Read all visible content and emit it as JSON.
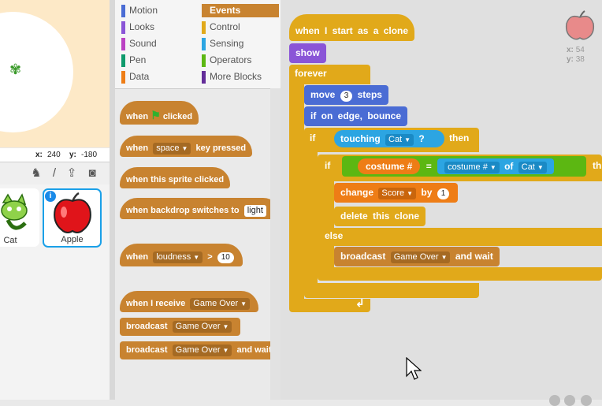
{
  "stage": {
    "coords": {
      "x_label": "x:",
      "x_value": "240",
      "y_label": "y:",
      "y_value": "-180"
    }
  },
  "sprites": [
    {
      "name": "Cat",
      "selected": false
    },
    {
      "name": "Apple",
      "selected": true
    }
  ],
  "toolbar_icons": [
    "sprite-library-icon",
    "paint-brush-icon",
    "upload-icon",
    "camera-icon"
  ],
  "palette": {
    "categories_left": [
      "Motion",
      "Looks",
      "Sound",
      "Pen",
      "Data"
    ],
    "categories_right": [
      "Events",
      "Control",
      "Sensing",
      "Operators",
      "More Blocks"
    ],
    "active_category": "Events",
    "colors": {
      "Motion": "#4a6cd4",
      "Looks": "#8a55d7",
      "Sound": "#bb42c3",
      "Pen": "#0e9a6c",
      "Data": "#ee7d16",
      "Events": "#c88330",
      "Control": "#e1a91a",
      "Sensing": "#2ca5e2",
      "Operators": "#5cb712",
      "More Blocks": "#632d99"
    },
    "blocks": {
      "flag_clicked": {
        "pre": "when",
        "post": "clicked"
      },
      "key_pressed": {
        "pre": "when",
        "key": "space",
        "post": "key pressed"
      },
      "sprite_clicked": "when this sprite clicked",
      "backdrop_switches": {
        "text": "when backdrop switches to",
        "value": "light"
      },
      "loudness": {
        "pre": "when",
        "sensor": "loudness",
        "op": ">",
        "value": "10"
      },
      "receive": {
        "text": "when I receive",
        "value": "Game Over"
      },
      "broadcast": {
        "text": "broadcast",
        "value": "Game Over"
      },
      "broadcast_wait": {
        "text": "broadcast",
        "value": "Game Over",
        "post": "and wait"
      }
    }
  },
  "script": {
    "hat": "when I start as a clone",
    "show": "show",
    "forever": "forever",
    "move": {
      "text": "move",
      "value": "3",
      "post": "steps"
    },
    "edge": "if on edge, bounce",
    "if1": {
      "kw": "if",
      "sense": "touching",
      "target": "Cat",
      "q": "?",
      "then": "then"
    },
    "if2": {
      "kw": "if",
      "var": "costume #",
      "eq": "=",
      "prop": "costume #",
      "of": "of",
      "obj": "Cat",
      "then": "th"
    },
    "change": {
      "text": "change",
      "var": "Score",
      "by": "by",
      "value": "1"
    },
    "delete": "delete this clone",
    "else": "else",
    "broadcast_wait": {
      "text": "broadcast",
      "value": "Game Over",
      "post": "and wait"
    }
  },
  "sprite_info": {
    "x_label": "x:",
    "x_value": "54",
    "y_label": "y:",
    "y_value": "38"
  }
}
